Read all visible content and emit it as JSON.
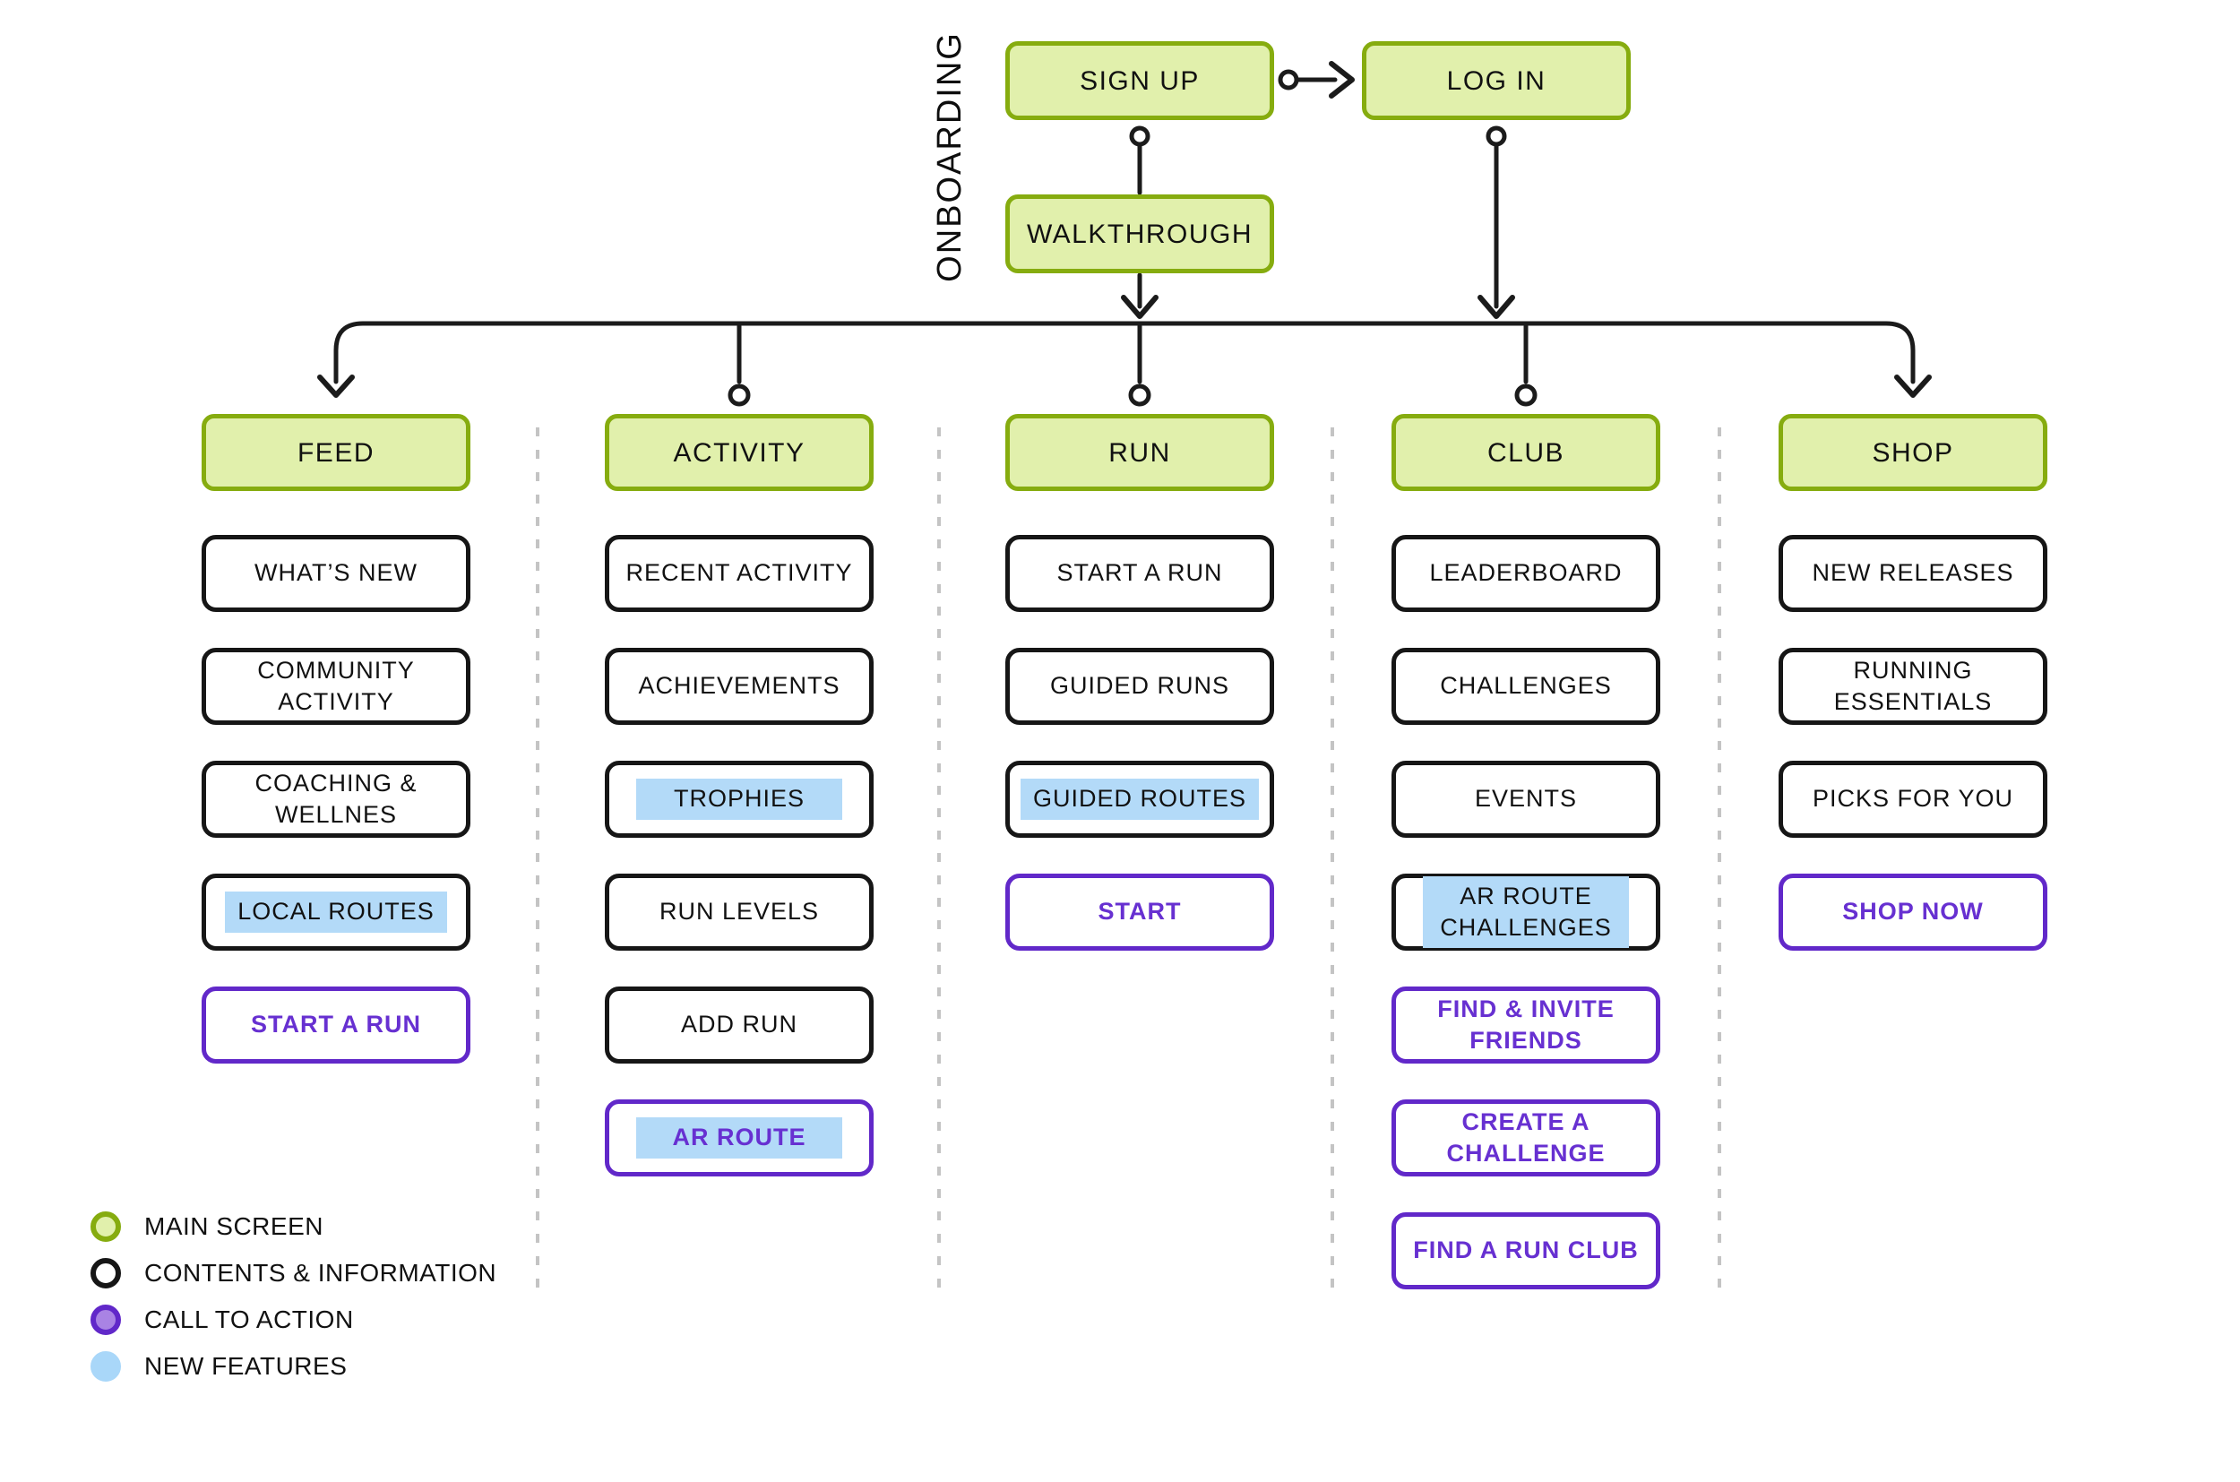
{
  "onboarding": {
    "section_label": "ONBOARDING",
    "sign_up": "SIGN UP",
    "log_in": "LOG IN",
    "walkthrough": "WALKTHROUGH"
  },
  "columns": [
    {
      "title": "FEED",
      "items": [
        {
          "label": "WHAT’S NEW",
          "type": "contents"
        },
        {
          "label": "COMMUNITY\nACTIVITY",
          "type": "contents"
        },
        {
          "label": "COACHING &\nWELLNES",
          "type": "contents"
        },
        {
          "label": "LOCAL ROUTES",
          "type": "contents-new-feature"
        },
        {
          "label": "START A RUN",
          "type": "call-to-action"
        }
      ]
    },
    {
      "title": "ACTIVITY",
      "items": [
        {
          "label": "RECENT ACTIVITY",
          "type": "contents"
        },
        {
          "label": "ACHIEVEMENTS",
          "type": "contents"
        },
        {
          "label": "TROPHIES",
          "type": "contents-new-feature"
        },
        {
          "label": "RUN LEVELS",
          "type": "contents"
        },
        {
          "label": "ADD RUN",
          "type": "contents"
        },
        {
          "label": "AR ROUTE",
          "type": "call-to-action-new-feature"
        }
      ]
    },
    {
      "title": "RUN",
      "items": [
        {
          "label": "START A RUN",
          "type": "contents"
        },
        {
          "label": "GUIDED RUNS",
          "type": "contents"
        },
        {
          "label": "GUIDED ROUTES",
          "type": "contents-new-feature"
        },
        {
          "label": "START",
          "type": "call-to-action"
        }
      ]
    },
    {
      "title": "CLUB",
      "items": [
        {
          "label": "LEADERBOARD",
          "type": "contents"
        },
        {
          "label": "CHALLENGES",
          "type": "contents"
        },
        {
          "label": "EVENTS",
          "type": "contents"
        },
        {
          "label": "AR ROUTE\nCHALLENGES",
          "type": "contents-new-feature"
        },
        {
          "label": "FIND & INVITE\nFRIENDS",
          "type": "call-to-action"
        },
        {
          "label": "CREATE A\nCHALLENGE",
          "type": "call-to-action"
        },
        {
          "label": "FIND A RUN CLUB",
          "type": "call-to-action"
        }
      ]
    },
    {
      "title": "SHOP",
      "items": [
        {
          "label": "NEW RELEASES",
          "type": "contents"
        },
        {
          "label": "RUNNING\nESSENTIALS",
          "type": "contents"
        },
        {
          "label": "PICKS FOR YOU",
          "type": "contents"
        },
        {
          "label": "SHOP NOW",
          "type": "call-to-action"
        }
      ]
    }
  ],
  "legend": {
    "items": [
      {
        "label": "MAIN SCREEN",
        "type": "main-screen"
      },
      {
        "label": "CONTENTS & INFORMATION",
        "type": "contents-information"
      },
      {
        "label": "CALL TO ACTION",
        "type": "call-to-action"
      },
      {
        "label": "NEW FEATURES",
        "type": "new-features"
      }
    ]
  },
  "colors": {
    "main_screen_fill": "#E1F0AC",
    "main_screen_border": "#86AC0F",
    "contents_border": "#161616",
    "call_to_action_purple": "#6128C9",
    "call_to_action_text": "#6730D1",
    "new_feature_blue": "#B3DAF8",
    "legend_new_feature_blue": "#A9D7F9",
    "connector_black": "#1B1B1B",
    "separator_gray": "#C4C4C4"
  }
}
